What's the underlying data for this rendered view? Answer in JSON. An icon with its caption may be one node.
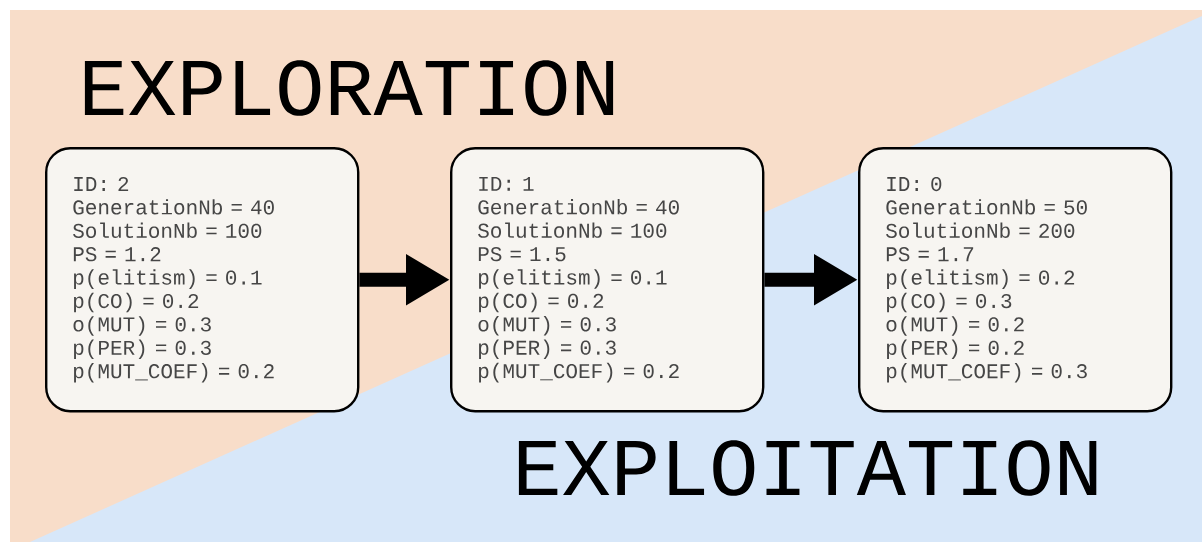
{
  "diagram": {
    "nodes": [
      {
        "text": [
          "ID: 2",
          "GenerationNb = 40",
          "SolutionNb = 100",
          "PS = 1.2",
          "p(elitism) = 0.1",
          "p(CO) = 0.2",
          "o(MUT) = 0.3",
          "p(PER) = 0.3",
          "p(MUT_COEF) = 0.2"
        ]
      },
      {
        "text": [
          "ID: 1",
          "GenerationNb = 40",
          "SolutionNb = 100",
          "PS = 1.5",
          "p(elitism) = 0.1",
          "p(CO) = 0.2",
          "o(MUT) = 0.3",
          "p(PER) = 0.3",
          "p(MUT_COEF) = 0.2"
        ]
      },
      {
        "text": [
          "ID: 0",
          "GenerationNb = 50",
          "SolutionNb = 200",
          "PS = 1.7",
          "p(elitism) = 0.2",
          "p(CO) = 0.3",
          "o(MUT) = 0.2",
          "p(PER) = 0.2",
          "p(MUT_COEF) = 0.3"
        ]
      }
    ],
    "edges": [
      {
        "from": 0,
        "to": 1,
        "arrow": "to"
      },
      {
        "from": 1,
        "to": 2,
        "arrow": "to"
      }
    ],
    "labels": [
      "EXPLORATION",
      "EXPLOITATION"
    ]
  }
}
